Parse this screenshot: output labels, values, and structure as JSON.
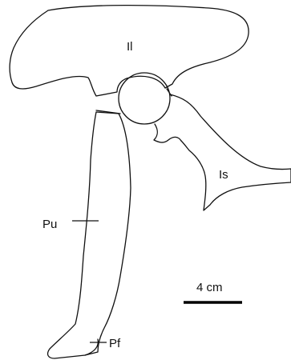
{
  "labels": {
    "ilium": "Il",
    "ischium": "Is",
    "pubis": "Pu",
    "pubic_foot": "Pf"
  },
  "scale_bar": {
    "label": "4 cm"
  },
  "colors": {
    "ink": "#111111",
    "background": "#ffffff"
  }
}
